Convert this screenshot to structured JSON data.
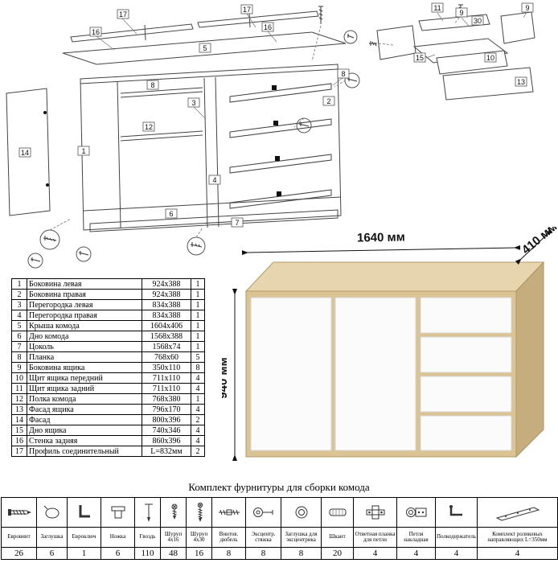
{
  "diagram": {
    "main_callouts": [
      "17",
      "16",
      "17",
      "16",
      "5",
      "8",
      "3",
      "12",
      "1",
      "14",
      "2",
      "4",
      "8",
      "6",
      "7"
    ],
    "drawer_callouts": [
      "11",
      "9",
      "30",
      "9",
      "15",
      "10",
      "13"
    ]
  },
  "render": {
    "width_label": "1640 мм",
    "depth_label": "410 мм",
    "height_label": "940 мм"
  },
  "parts_table": {
    "rows": [
      {
        "num": "1",
        "name": "Боковина левая",
        "size": "924x388",
        "qty": "1"
      },
      {
        "num": "2",
        "name": "Боковина правая",
        "size": "924x388",
        "qty": "1"
      },
      {
        "num": "3",
        "name": "Перегородка левая",
        "size": "834x388",
        "qty": "1"
      },
      {
        "num": "4",
        "name": "Перегородка правая",
        "size": "834x388",
        "qty": "1"
      },
      {
        "num": "5",
        "name": "Крыша комода",
        "size": "1604x406",
        "qty": "1"
      },
      {
        "num": "6",
        "name": "Дно комода",
        "size": "1568x388",
        "qty": "1"
      },
      {
        "num": "7",
        "name": "Цоколь",
        "size": "1568x74",
        "qty": "1"
      },
      {
        "num": "8",
        "name": "Планка",
        "size": "768x60",
        "qty": "5"
      },
      {
        "num": "9",
        "name": "Боковина ящика",
        "size": "350x110",
        "qty": "8"
      },
      {
        "num": "10",
        "name": "Щит ящика передний",
        "size": "711x110",
        "qty": "4"
      },
      {
        "num": "11",
        "name": "Щит ящика задний",
        "size": "711x110",
        "qty": "4"
      },
      {
        "num": "12",
        "name": "Полка комода",
        "size": "768x380",
        "qty": "1"
      },
      {
        "num": "13",
        "name": "Фасад ящика",
        "size": "796x170",
        "qty": "4"
      },
      {
        "num": "14",
        "name": "Фасад",
        "size": "800x396",
        "qty": "2"
      },
      {
        "num": "15",
        "name": "Дно ящика",
        "size": "740x346",
        "qty": "4"
      },
      {
        "num": "16",
        "name": "Стенка задняя",
        "size": "860x396",
        "qty": "4"
      },
      {
        "num": "17",
        "name": "Профиль соединительный",
        "size": "L=832мм",
        "qty": "2"
      }
    ]
  },
  "hardware": {
    "title": "Комплект фурнитуры для сборки комода",
    "items": [
      {
        "name": "Евровинт",
        "qty": "26"
      },
      {
        "name": "Заглушка",
        "qty": "6"
      },
      {
        "name": "Евроключ",
        "qty": "1"
      },
      {
        "name": "Ножка",
        "qty": "6"
      },
      {
        "name": "Гвоздь",
        "qty": "110"
      },
      {
        "name": "Шуруп 4х16",
        "qty": "48"
      },
      {
        "name": "Шуруп 4х30",
        "qty": "16"
      },
      {
        "name": "Винтов. дюбель",
        "qty": "8"
      },
      {
        "name": "Эксцентр. стяжка",
        "qty": "8"
      },
      {
        "name": "Заглушка для эксцентрика",
        "qty": "8"
      },
      {
        "name": "Шкант",
        "qty": "20"
      },
      {
        "name": "Ответная планка для петли",
        "qty": "4"
      },
      {
        "name": "Петля накладная",
        "qty": "4"
      },
      {
        "name": "Полкодержатель",
        "qty": "4"
      },
      {
        "name": "Комплект роликовых направляющих L=350мм",
        "qty": "4"
      }
    ]
  }
}
